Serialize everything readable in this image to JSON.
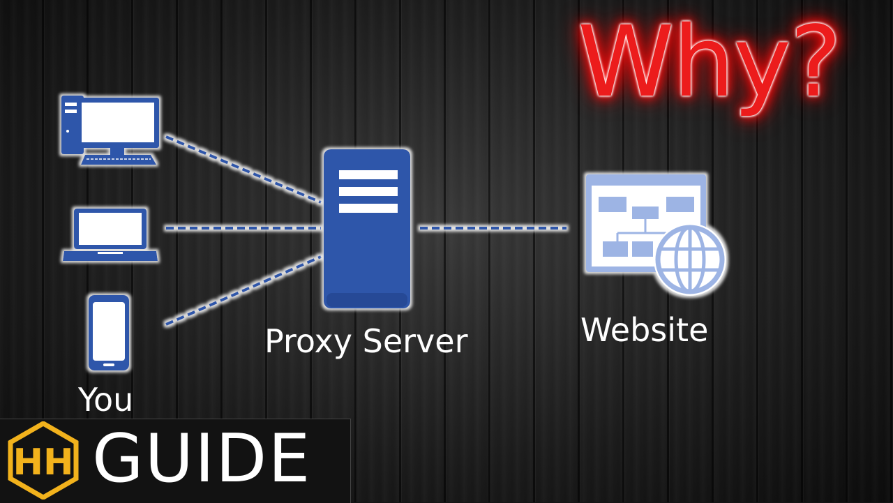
{
  "heading": "Why?",
  "nodes": {
    "client_label": "You",
    "proxy_label": "Proxy Server",
    "website_label": "Website"
  },
  "brand": {
    "logo_letters": "HH",
    "banner_text": "GUIDE"
  },
  "colors": {
    "device_fill": "#2F56AA",
    "device_light": "#9DB4E4",
    "screen": "#FFFFFF",
    "connector": "#2F56AA",
    "heading": "#EC1C1C",
    "logo": "#F2B21C"
  }
}
